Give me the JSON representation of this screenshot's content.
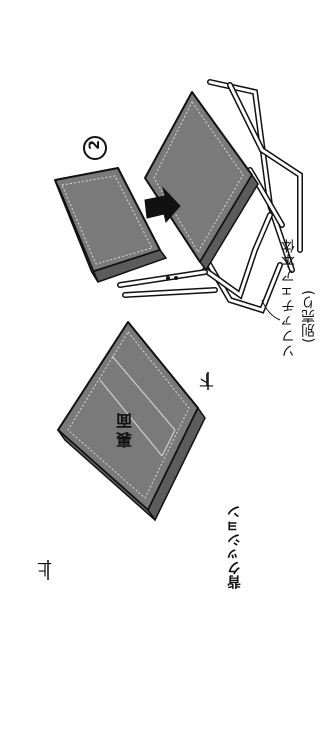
{
  "labels": {
    "front_face": "裏面",
    "back_cushion": "背クッション",
    "top_dir": "上",
    "bottom_dir": "下",
    "step_number": "2",
    "sofa_body": "ソファチェア本体",
    "sold_separately": "(別売り)"
  },
  "colors": {
    "cushion_fill": "#6e6e6e",
    "cushion_light": "#8a8a8a",
    "outline": "#111111",
    "frame": "#ffffff",
    "arrow": "#111111"
  }
}
